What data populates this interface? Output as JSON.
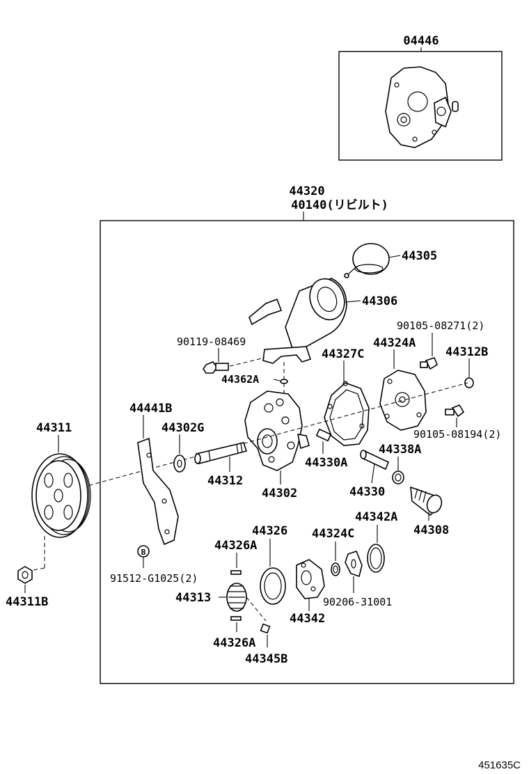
{
  "diagram": {
    "drawing_code": "451635C",
    "kit_label": "04446",
    "assembly_labels": [
      "44320",
      "40140(リビルト)"
    ],
    "parts": {
      "p44305": "44305",
      "p44306": "44306",
      "p90105_08271": "90105-08271(2)",
      "p90119_08469": "90119-08469",
      "p44324A": "44324A",
      "p44312B": "44312B",
      "p44327C": "44327C",
      "p44362A": "44362A",
      "p44441B": "44441B",
      "p44311": "44311",
      "p44302G": "44302G",
      "p90105_08194": "90105-08194(2)",
      "p44338A": "44338A",
      "p44330A": "44330A",
      "p44312": "44312",
      "p44330": "44330",
      "p44302": "44302",
      "p44308": "44308",
      "p44342A": "44342A",
      "p44326": "44326",
      "p44324C": "44324C",
      "p44326A_top": "44326A",
      "p91512_G1025": "91512-G1025(2)",
      "p44313": "44313",
      "p90206_31001": "90206-31001",
      "p44342": "44342",
      "p44311B": "44311B",
      "p44326A_bottom": "44326A",
      "p44345B": "44345B"
    },
    "marker_B": "B"
  }
}
